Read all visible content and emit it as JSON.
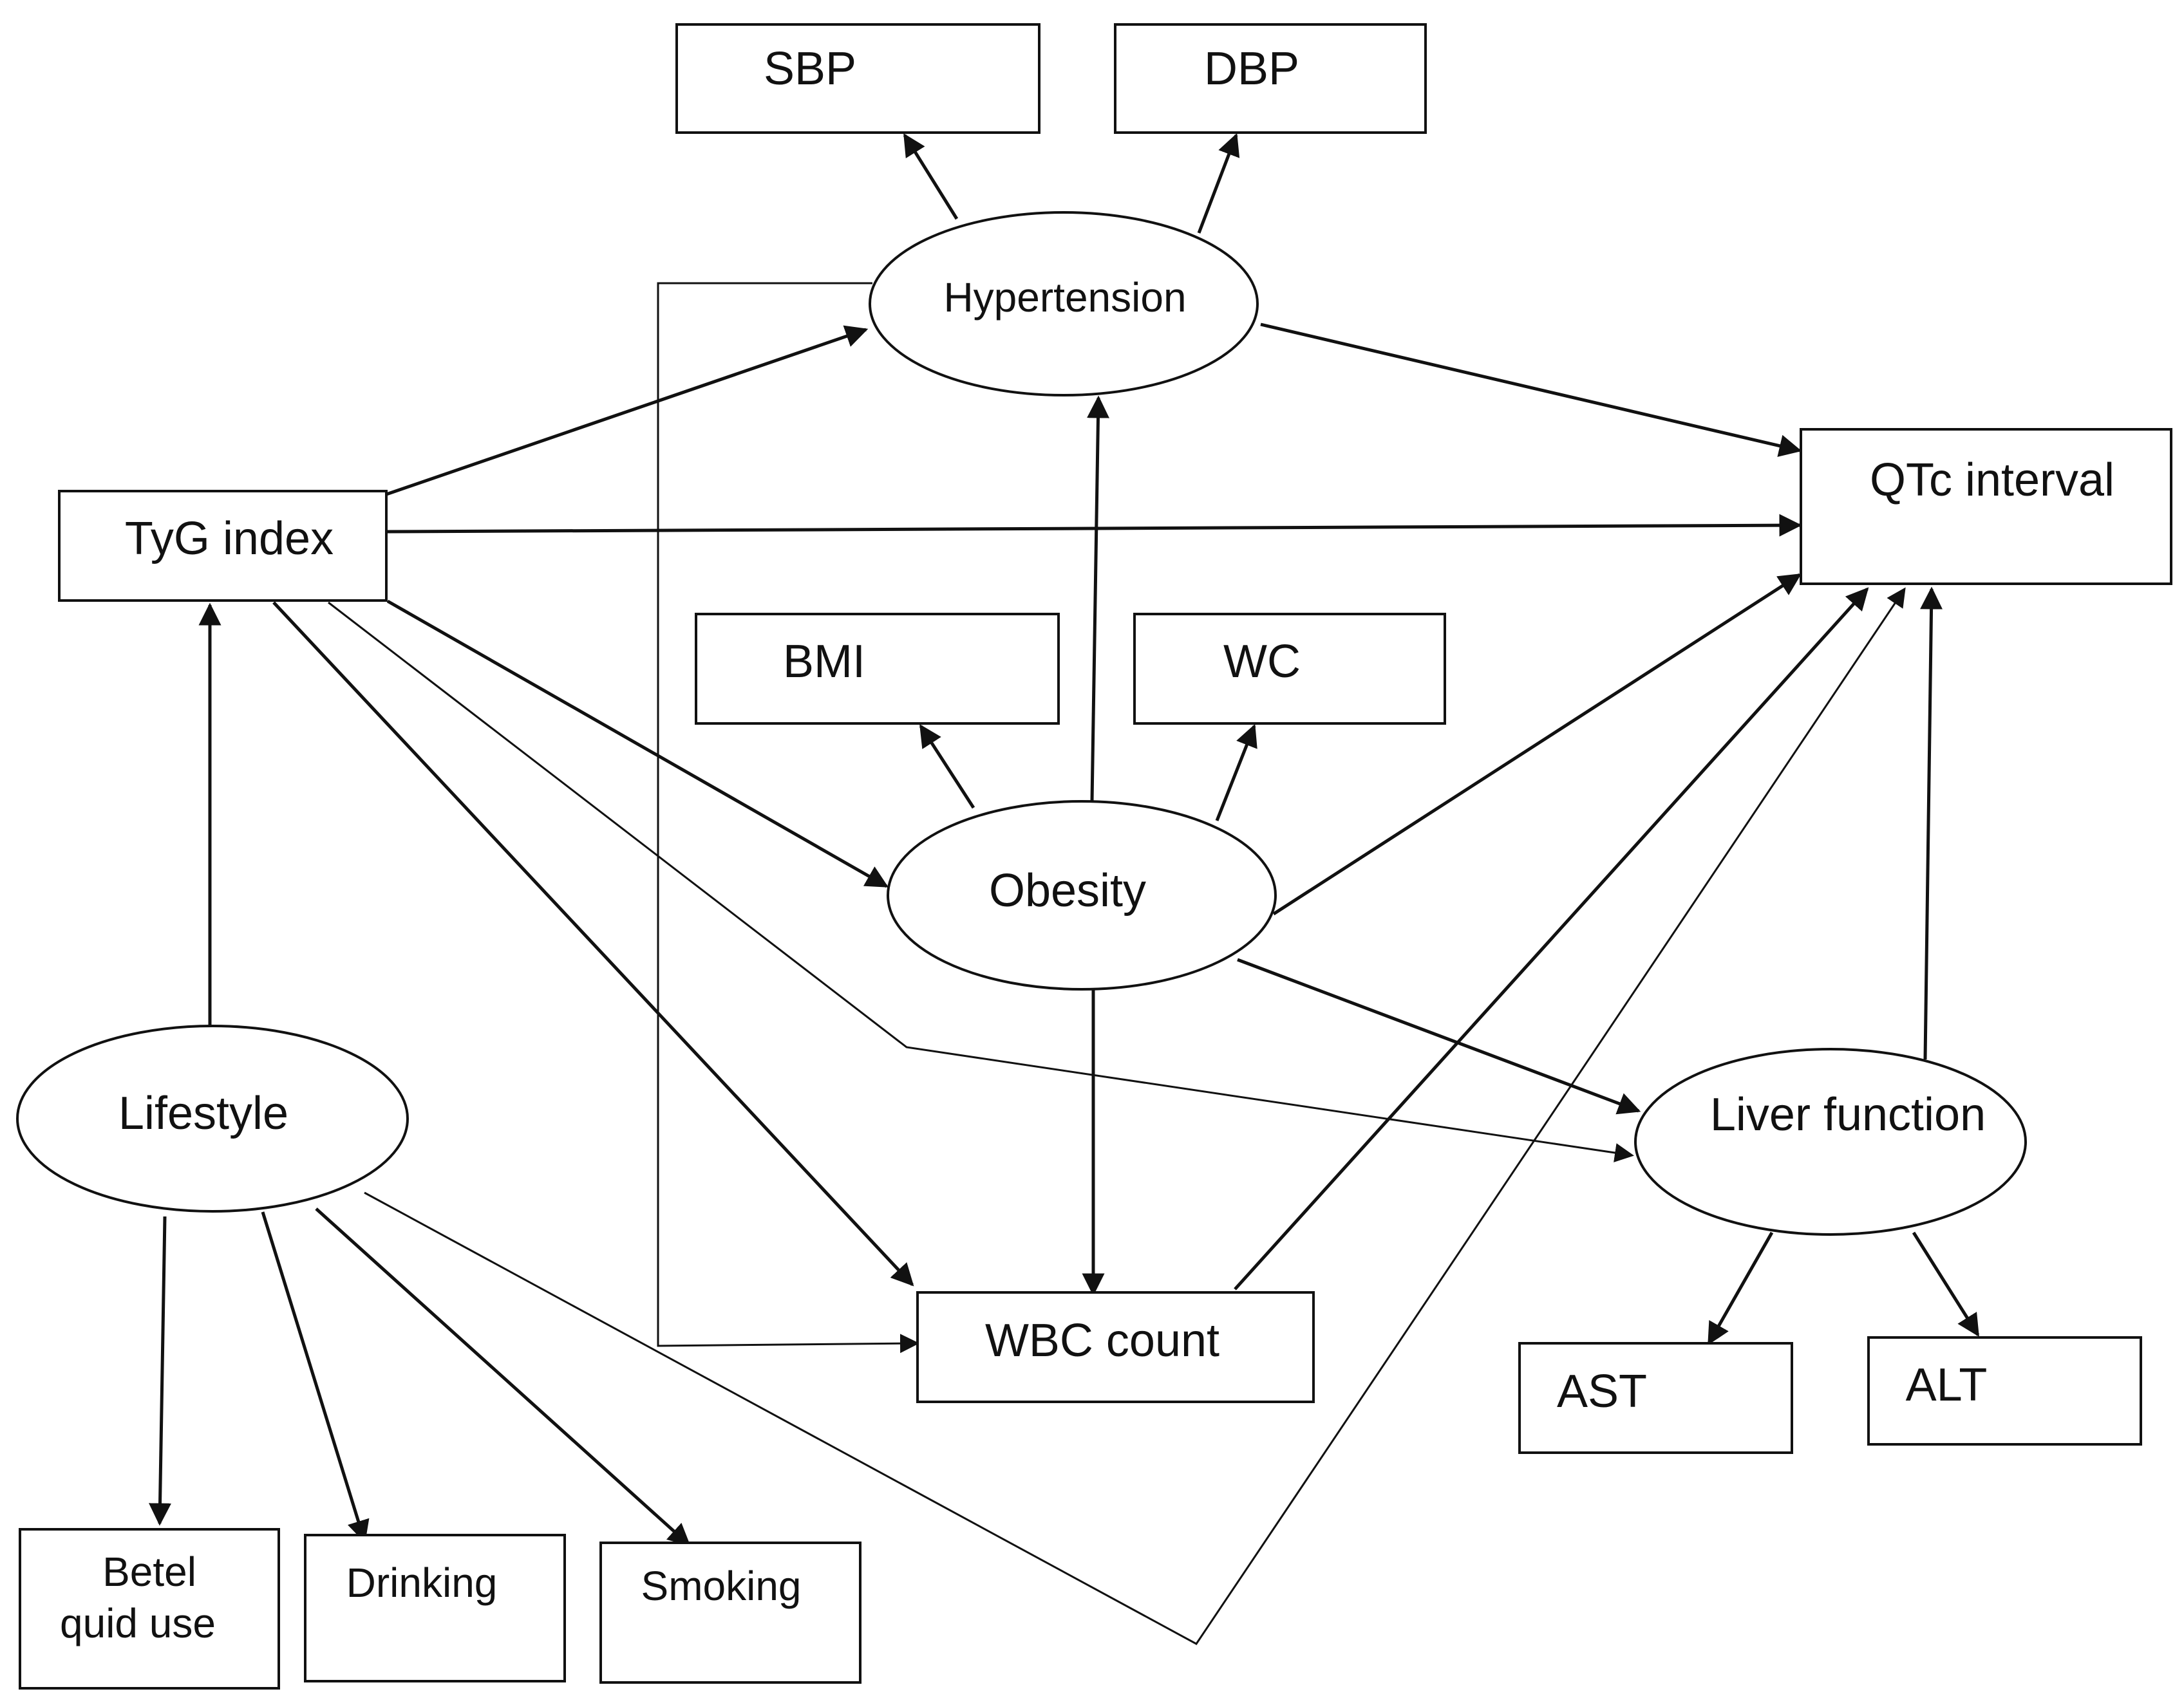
{
  "nodes": {
    "sbp": "SBP",
    "dbp": "DBP",
    "hypertension": "Hypertension",
    "tyg_index": "TyG index",
    "qtc_interval": "QTc interval",
    "bmi": "BMI",
    "wc": "WC",
    "obesity": "Obesity",
    "lifestyle": "Lifestyle",
    "liver_function": "Liver function",
    "wbc_count": "WBC count",
    "ast": "AST",
    "alt": "ALT",
    "betel_line1": "Betel",
    "betel_line2": "quid use",
    "drinking": "Drinking",
    "smoking": "Smoking"
  },
  "edges": [
    {
      "from": "hypertension",
      "to": "sbp"
    },
    {
      "from": "hypertension",
      "to": "dbp"
    },
    {
      "from": "hypertension",
      "to": "qtc_interval"
    },
    {
      "from": "hypertension",
      "to": "wbc_count"
    },
    {
      "from": "tyg_index",
      "to": "hypertension"
    },
    {
      "from": "tyg_index",
      "to": "qtc_interval"
    },
    {
      "from": "tyg_index",
      "to": "obesity"
    },
    {
      "from": "tyg_index",
      "to": "wbc_count"
    },
    {
      "from": "tyg_index",
      "to": "liver_function"
    },
    {
      "from": "obesity",
      "to": "bmi"
    },
    {
      "from": "obesity",
      "to": "wc"
    },
    {
      "from": "obesity",
      "to": "hypertension"
    },
    {
      "from": "obesity",
      "to": "qtc_interval"
    },
    {
      "from": "obesity",
      "to": "liver_function"
    },
    {
      "from": "obesity",
      "to": "wbc_count"
    },
    {
      "from": "wbc_count",
      "to": "qtc_interval"
    },
    {
      "from": "lifestyle",
      "to": "tyg_index"
    },
    {
      "from": "lifestyle",
      "to": "betel_quid_use"
    },
    {
      "from": "lifestyle",
      "to": "drinking"
    },
    {
      "from": "lifestyle",
      "to": "smoking"
    },
    {
      "from": "lifestyle",
      "to": "qtc_interval"
    },
    {
      "from": "liver_function",
      "to": "qtc_interval"
    },
    {
      "from": "liver_function",
      "to": "ast"
    },
    {
      "from": "liver_function",
      "to": "alt"
    }
  ],
  "colors": {
    "stroke": "#111111",
    "background": "#ffffff"
  }
}
